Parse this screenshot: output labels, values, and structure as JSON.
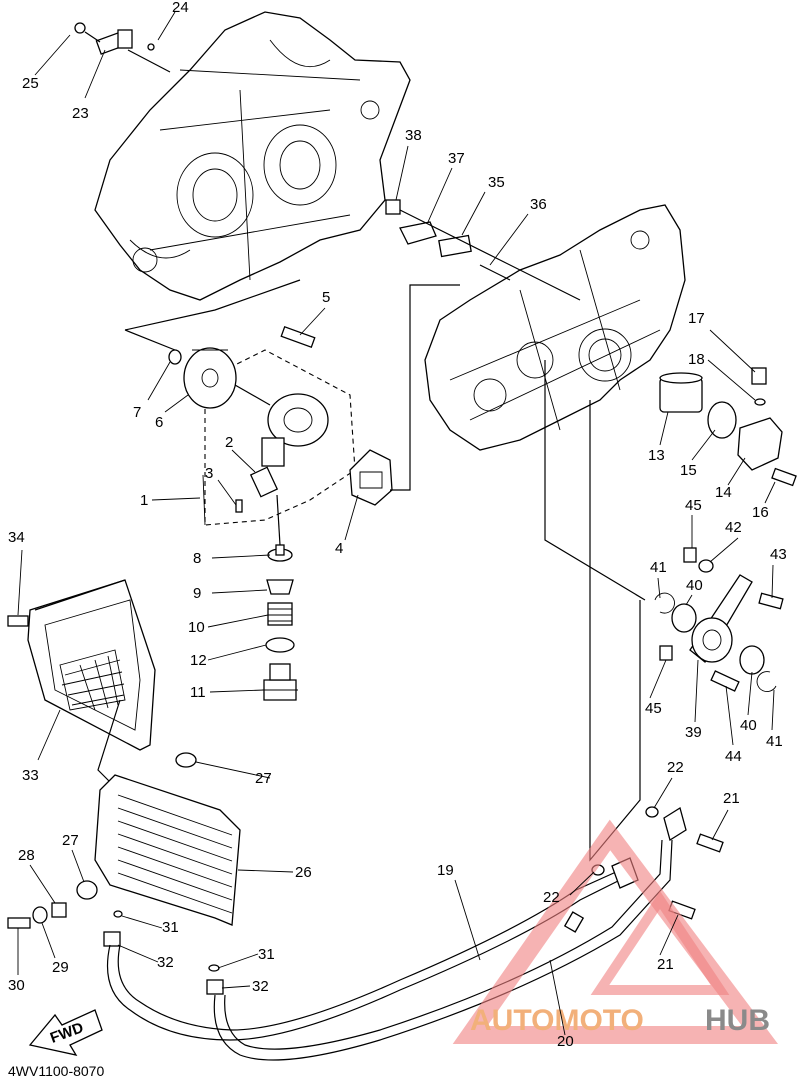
{
  "diagram": {
    "code": "4WV1100-8070",
    "fwd_label": "FWD",
    "callouts": [
      "1",
      "2",
      "3",
      "4",
      "5",
      "6",
      "7",
      "8",
      "9",
      "10",
      "11",
      "12",
      "13",
      "14",
      "15",
      "16",
      "17",
      "18",
      "19",
      "20",
      "21",
      "21",
      "22",
      "22",
      "23",
      "24",
      "25",
      "26",
      "27",
      "27",
      "28",
      "29",
      "30",
      "31",
      "31",
      "32",
      "32",
      "33",
      "34",
      "35",
      "36",
      "37",
      "38",
      "39",
      "40",
      "40",
      "41",
      "41",
      "42",
      "43",
      "44",
      "45",
      "45"
    ]
  },
  "watermark": {
    "text_a": "AUTOMOTO",
    "text_b": "HUB",
    "color_a": "#f2b07a",
    "color_b": "#8a8a8a",
    "triangle_color": "#f08080"
  }
}
